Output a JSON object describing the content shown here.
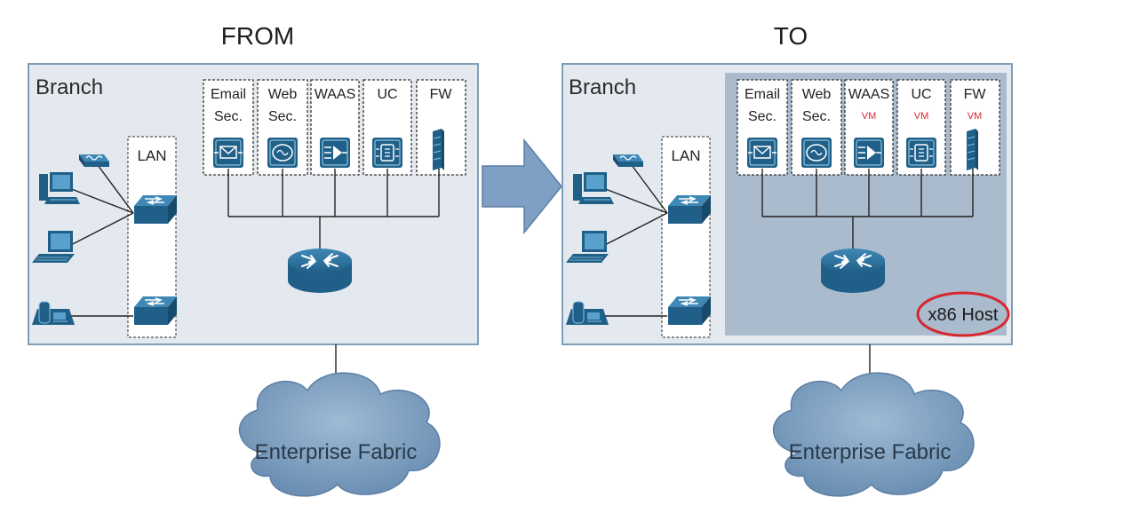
{
  "headings": {
    "from": "FROM",
    "to": "TO"
  },
  "panels": [
    {
      "branch_label": "Branch",
      "lan_label": "LAN",
      "services": [
        {
          "line1": "Email",
          "line2": "Sec.",
          "vm": ""
        },
        {
          "line1": "Web",
          "line2": "Sec.",
          "vm": ""
        },
        {
          "line1": "WAAS",
          "line2": "",
          "vm": ""
        },
        {
          "line1": "UC",
          "line2": "",
          "vm": ""
        },
        {
          "line1": "FW",
          "line2": "",
          "vm": ""
        }
      ],
      "cloud_label": "Enterprise Fabric",
      "host_label": ""
    },
    {
      "branch_label": "Branch",
      "lan_label": "LAN",
      "services": [
        {
          "line1": "Email",
          "line2": "Sec.",
          "vm": ""
        },
        {
          "line1": "Web",
          "line2": "Sec.",
          "vm": ""
        },
        {
          "line1": "WAAS",
          "line2": "",
          "vm": "VM"
        },
        {
          "line1": "UC",
          "line2": "",
          "vm": "VM"
        },
        {
          "line1": "FW",
          "line2": "",
          "vm": "VM"
        }
      ],
      "cloud_label": "Enterprise Fabric",
      "host_label": "x86 Host"
    }
  ],
  "colors": {
    "panel_fill": "#e3e9ef",
    "panel_border": "#7d9fba",
    "host_fill": "#a9bbcd",
    "device_blue": "#1f5f88",
    "cloud_fill": "#7d9fc0",
    "arrow_fill": "#7f9fc4",
    "highlight_red": "#d8262e"
  }
}
